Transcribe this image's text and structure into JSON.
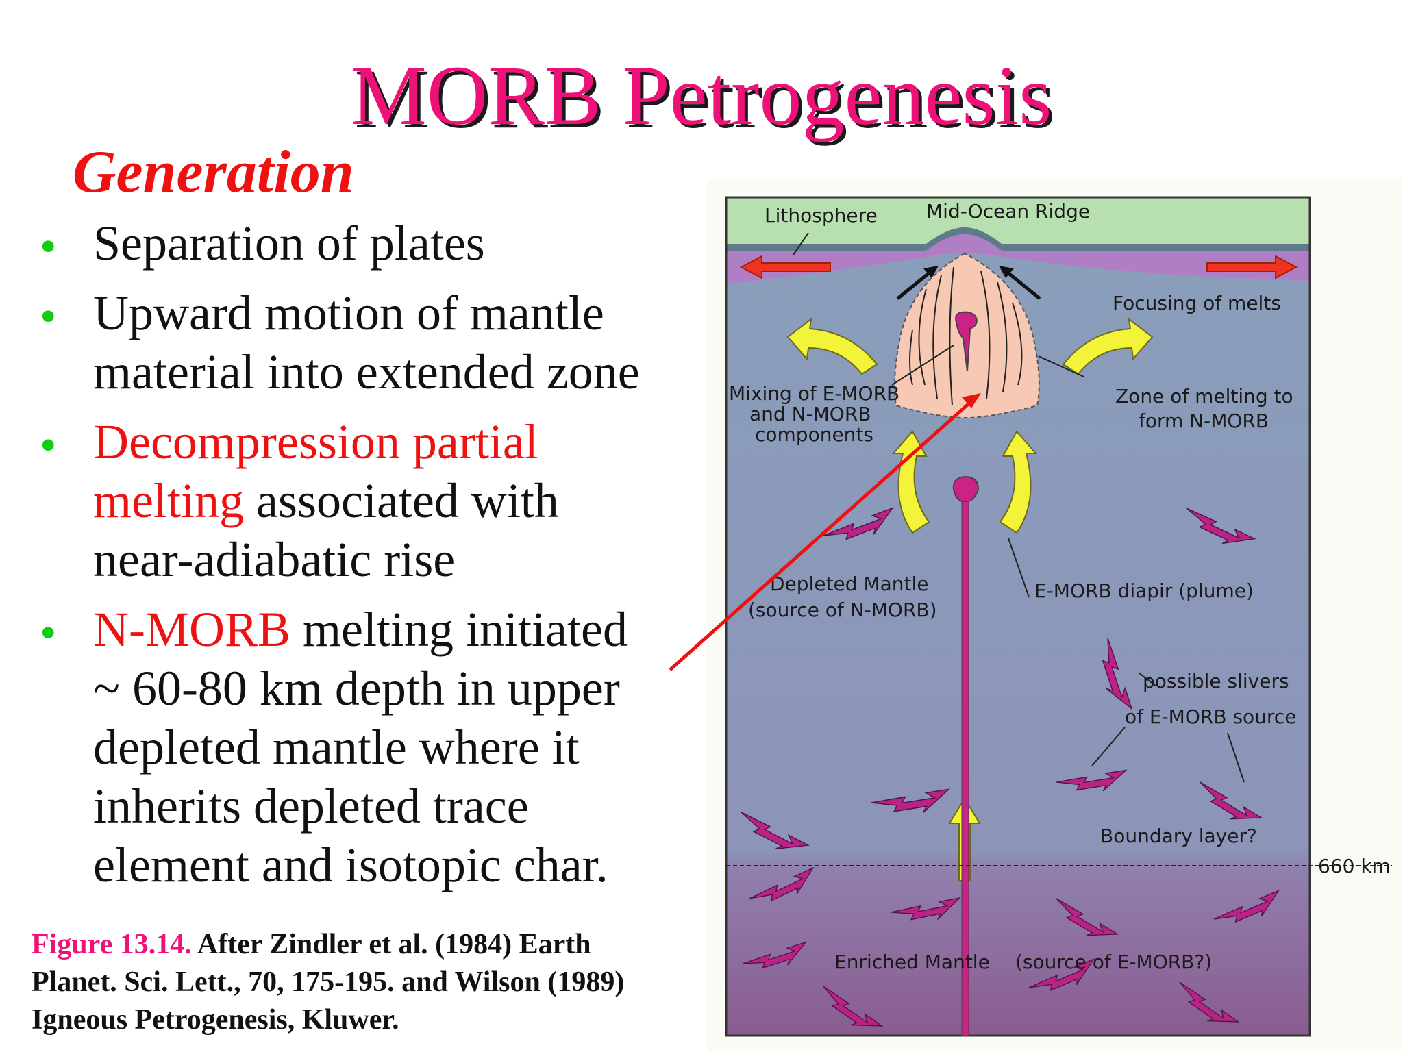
{
  "title": "MORB Petrogenesis",
  "heading": "Generation",
  "bullets": {
    "b1": "Separation of plates",
    "b2_l1": "Upward motion of mantle",
    "b2_l2": "material into extended zone",
    "b3_red1": "Decompression partial",
    "b3_red2": "melting",
    "b3_rest": " associated with",
    "b3_l3": "near-adiabatic rise",
    "b4_red": "N-MORB",
    "b4_rest": " melting initiated",
    "b4_l2": "~ 60-80 km depth in upper",
    "b4_l3": "depleted mantle where it",
    "b4_l4": "inherits depleted trace",
    "b4_l5": "element and isotopic char."
  },
  "caption": {
    "label": "Figure 13.14.",
    "l1": " After Zindler et al. (1984) Earth",
    "l2": "Planet. Sci. Lett., 70, 175-195. and Wilson (1989)",
    "l3": "Igneous Petrogenesis, Kluwer."
  },
  "diagram": {
    "lithosphere": "Lithosphere",
    "ridge": "Mid-Ocean Ridge",
    "focusing": "Focusing of melts",
    "mixing_1": "Mixing of E-MORB",
    "mixing_2": "and N-MORB",
    "mixing_3": "components",
    "zone_1": "Zone of melting to",
    "zone_2": "form N-MORB",
    "depleted_1": "Depleted Mantle",
    "depleted_2": "(source of N-MORB)",
    "diapir": "E-MORB diapir (plume)",
    "slivers_1": "possible slivers",
    "slivers_2": "of E-MORB source",
    "boundary": "Boundary layer?",
    "depth": "660 km",
    "enriched": "Enriched Mantle",
    "enriched_source": "(source of E-MORB?)"
  },
  "colors": {
    "title": "#ee1177",
    "accent_red": "#ee1111",
    "bullet": "#11cc11",
    "upper_mantle": "#8ea3bd",
    "lower_mantle": "#8a5c90",
    "lithosphere": "#b8dfb0",
    "crust": "#b07ec4",
    "melt_zone": "#f7c9b4",
    "plume": "#cc2288",
    "arrow_yellow": "#f3f33a",
    "arrow_red": "#ee3322"
  }
}
